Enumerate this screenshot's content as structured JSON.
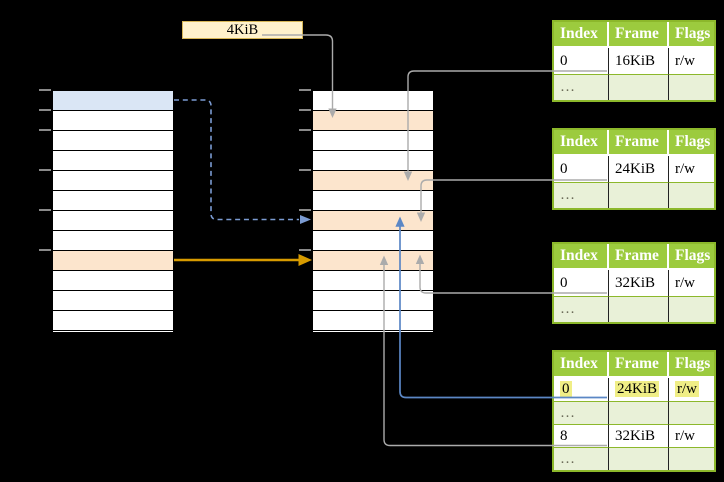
{
  "label_4kib": {
    "text": "4KiB"
  },
  "memory_columns": [
    {
      "id": "left-column",
      "name": "left-memory-column",
      "rows": 12,
      "cell_fills": {
        "0": "blue",
        "8": "orange"
      },
      "ticks": [
        0,
        1,
        2,
        4,
        6,
        8
      ]
    },
    {
      "id": "middle-column",
      "name": "middle-memory-column",
      "rows": 12,
      "cell_fills": {
        "1": "orange",
        "4": "orange",
        "6": "orange",
        "8": "orange"
      },
      "ticks": [
        0,
        1,
        2,
        4,
        6,
        8
      ]
    }
  ],
  "tables": [
    {
      "id": "t1",
      "name": "page-table-16kib",
      "headers": [
        "Index",
        "Frame",
        "Flags"
      ],
      "rows": [
        {
          "cells": [
            "0",
            "16KiB",
            "r/w"
          ]
        },
        {
          "cells": [
            "…",
            "",
            ""
          ],
          "ellipsis": true
        }
      ]
    },
    {
      "id": "t2",
      "name": "page-table-24kib",
      "headers": [
        "Index",
        "Frame",
        "Flags"
      ],
      "rows": [
        {
          "cells": [
            "0",
            "24KiB",
            "r/w"
          ]
        },
        {
          "cells": [
            "…",
            "",
            ""
          ],
          "ellipsis": true
        }
      ]
    },
    {
      "id": "t3",
      "name": "page-table-32kib",
      "headers": [
        "Index",
        "Frame",
        "Flags"
      ],
      "rows": [
        {
          "cells": [
            "0",
            "32KiB",
            "r/w"
          ]
        },
        {
          "cells": [
            "…",
            "",
            ""
          ],
          "ellipsis": true
        }
      ]
    },
    {
      "id": "t4",
      "name": "page-table-level2",
      "headers": [
        "Index",
        "Frame",
        "Flags"
      ],
      "rows": [
        {
          "cells": [
            "0",
            "24KiB",
            "r/w"
          ],
          "highlight": true
        },
        {
          "cells": [
            "…",
            "",
            ""
          ],
          "ellipsis": true
        },
        {
          "cells": [
            "8",
            "32KiB",
            "r/w"
          ]
        },
        {
          "cells": [
            "…",
            "",
            ""
          ],
          "ellipsis": true
        }
      ]
    }
  ],
  "connections": [
    {
      "from": "4KiB label",
      "to": "middle column row 1",
      "style": "gray solid, arrow down"
    },
    {
      "from": "left column row 0",
      "to": "middle column row 6",
      "style": "blue dashed, arrow right"
    },
    {
      "from": "left column row 8",
      "to": "middle column row 8",
      "style": "orange solid, arrow right"
    },
    {
      "from": "table 1 row 0",
      "to": "middle column row 4",
      "style": "gray solid, arrow down"
    },
    {
      "from": "table 2 row 0",
      "to": "middle column row 6",
      "style": "gray solid, arrow down"
    },
    {
      "from": "table 3 row 0",
      "to": "middle column row 8",
      "style": "gray solid, arrow up"
    },
    {
      "from": "table 4 row 0",
      "to": "middle column row 6",
      "style": "blue solid, arrow up"
    },
    {
      "from": "table 4 row 8",
      "to": "middle column row 8",
      "style": "gray solid, arrow up"
    }
  ],
  "colors": {
    "bg": "#000000",
    "cell_white": "#ffffff",
    "cell_blue": "#dae6f5",
    "cell_orange": "#fce5cd",
    "cell_border": "#000000",
    "tick": "#8a8a8a",
    "label_fill": "#fff2cc",
    "label_border": "#d6b656",
    "table_border": "#8cb82b",
    "header_bg": "#9ccb3e",
    "header_text": "#ffffff",
    "alt_row": "#e9f1d8",
    "mark": "#f0ee86",
    "ellipsis_text": "#6b6b58",
    "gray_line": "#ababab",
    "blue_line": "#5b87c5",
    "dash_blue": "#7b9bd2",
    "orange_arrow": "#d79b00"
  }
}
